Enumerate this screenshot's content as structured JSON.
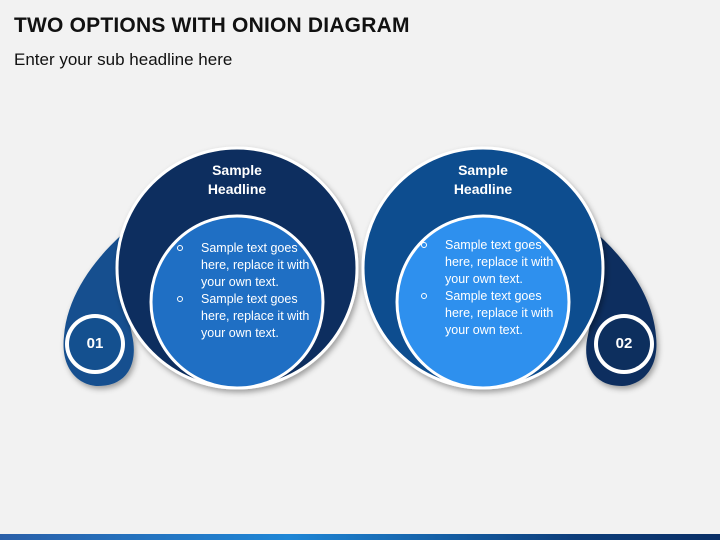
{
  "title": "TWO OPTIONS WITH ONION DIAGRAM",
  "subtitle": "Enter your sub headline here",
  "options": [
    {
      "number": "01",
      "headline_line1": "Sample",
      "headline_line2": "Headline",
      "bullets": [
        "Sample text goes here, replace it with your own text.",
        "Sample text goes here, replace it with your own text."
      ]
    },
    {
      "number": "02",
      "headline_line1": "Sample",
      "headline_line2": "Headline",
      "bullets": [
        "Sample text goes here, replace it with your own text.",
        "Sample text goes here, replace it with your own text."
      ]
    }
  ],
  "colors": {
    "outer_left": "#0d2f5e",
    "inner_left": "#1f6fc4",
    "drop_left": "#14508f",
    "outer_right": "#0f4d8f",
    "inner_right": "#2e90ee",
    "drop_right": "#0d2f5e"
  }
}
